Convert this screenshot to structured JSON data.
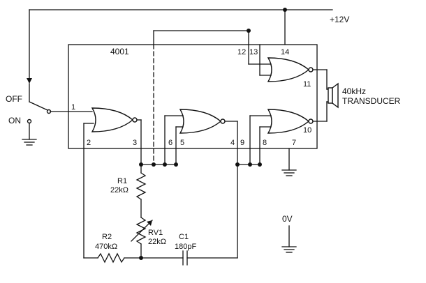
{
  "chip": {
    "name": "4001"
  },
  "supply": {
    "positive": "+12V",
    "ground": "0V"
  },
  "switch": {
    "off_label": "OFF",
    "on_label": "ON"
  },
  "transducer": {
    "line1": "40kHz",
    "line2": "TRANSDUCER"
  },
  "components": {
    "r1": {
      "ref": "R1",
      "value": "22kΩ"
    },
    "rv1": {
      "ref": "RV1",
      "value": "22kΩ"
    },
    "r2": {
      "ref": "R2",
      "value": "470kΩ"
    },
    "c1": {
      "ref": "C1",
      "value": "180pF"
    }
  },
  "pins": {
    "p1": "1",
    "p2": "2",
    "p3": "3",
    "p4": "4",
    "p5": "5",
    "p6": "6",
    "p7": "7",
    "p8": "8",
    "p9": "9",
    "p10": "10",
    "p11": "11",
    "p12": "12",
    "p13": "13",
    "p14": "14"
  }
}
